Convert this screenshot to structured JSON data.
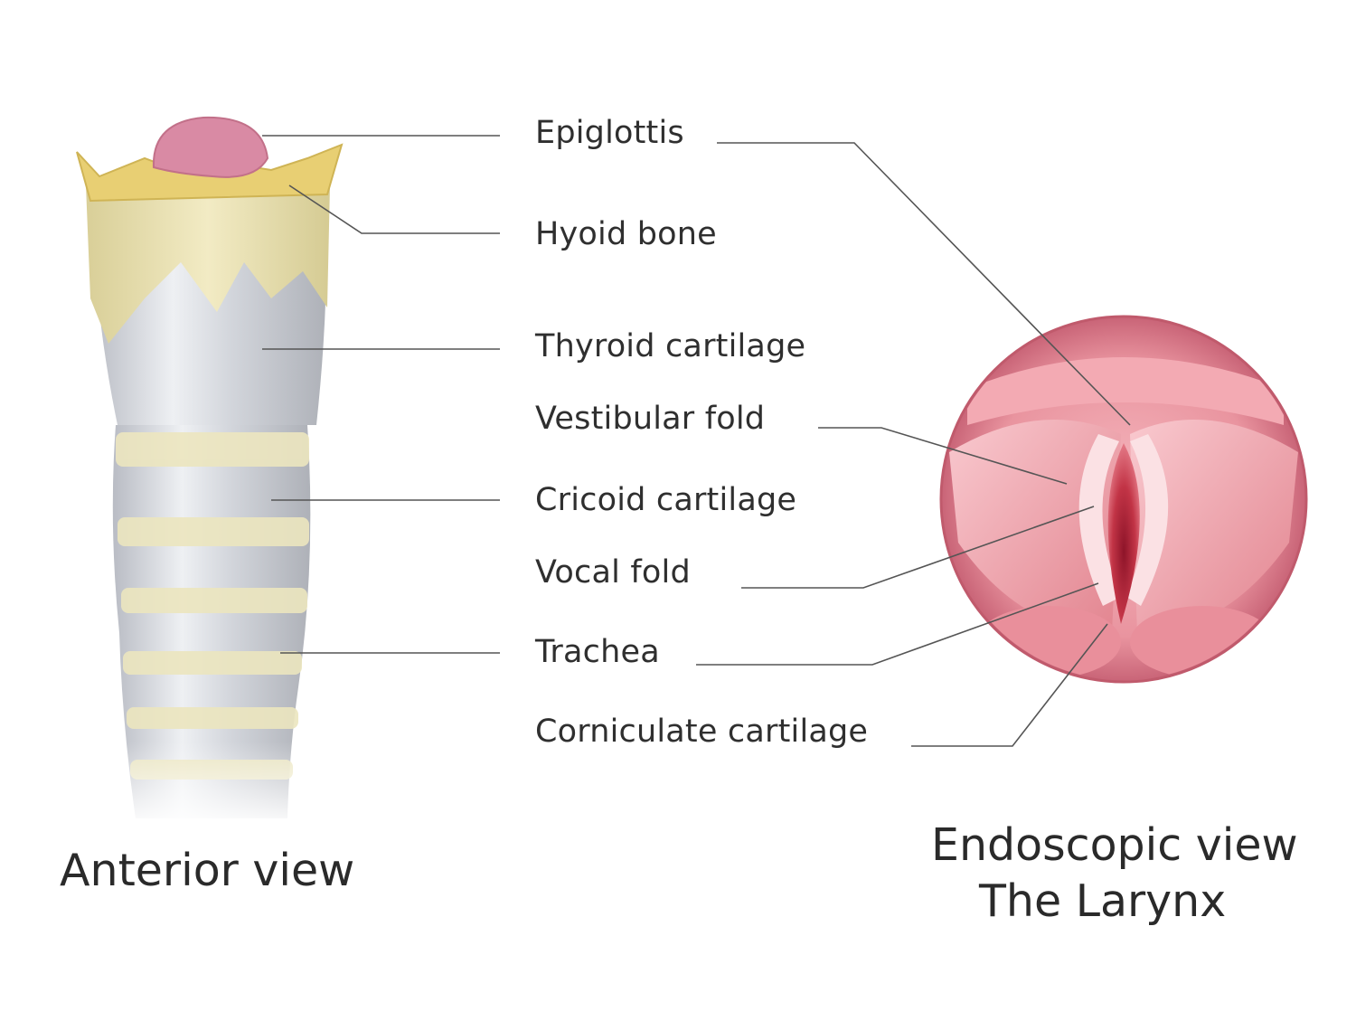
{
  "labels": {
    "epiglottis": "Epiglottis",
    "hyoid_bone": "Hyoid bone",
    "thyroid_cartilage": "Thyroid cartilage",
    "vestibular_fold": "Vestibular fold",
    "cricoid_cartilage": "Cricoid cartilage",
    "vocal_fold": "Vocal fold",
    "trachea": "Trachea",
    "corniculate_cartilage": "Corniculate cartilage"
  },
  "captions": {
    "anterior": "Anterior view",
    "endoscopic_line1": "Endoscopic view",
    "endoscopic_line2": "The Larynx"
  },
  "colors": {
    "leader_line": "#555555",
    "cartilage_silver": "#d9dbe0",
    "hyoid_yellow": "#e8d27a",
    "tracheal_ring": "#ece7c2",
    "epiglottis_pink": "#d98aa4",
    "endoscope_pink": "#e7959f",
    "airway_red": "#c23446"
  }
}
